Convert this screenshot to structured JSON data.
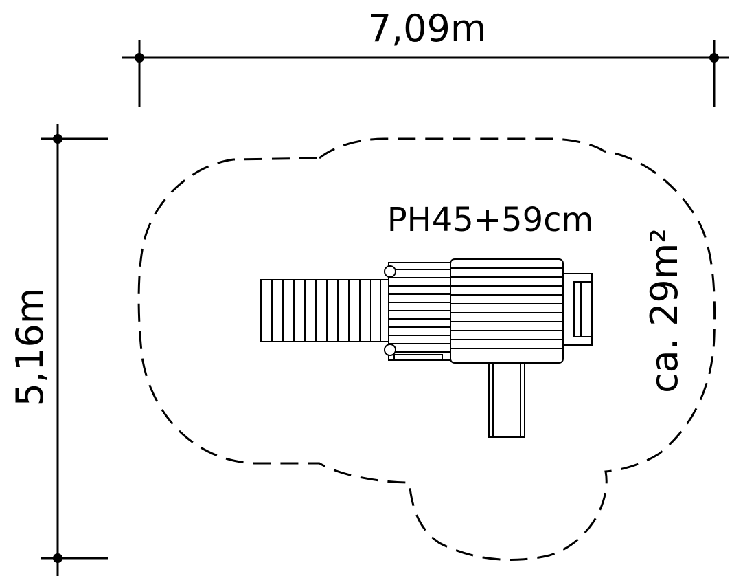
{
  "dimensions": {
    "width_label": "7,09m",
    "height_label": "5,16m"
  },
  "model_label": "PH45+59cm",
  "area_label": "ca. 29m²",
  "colors": {
    "line": "#000000",
    "background": "#ffffff"
  }
}
